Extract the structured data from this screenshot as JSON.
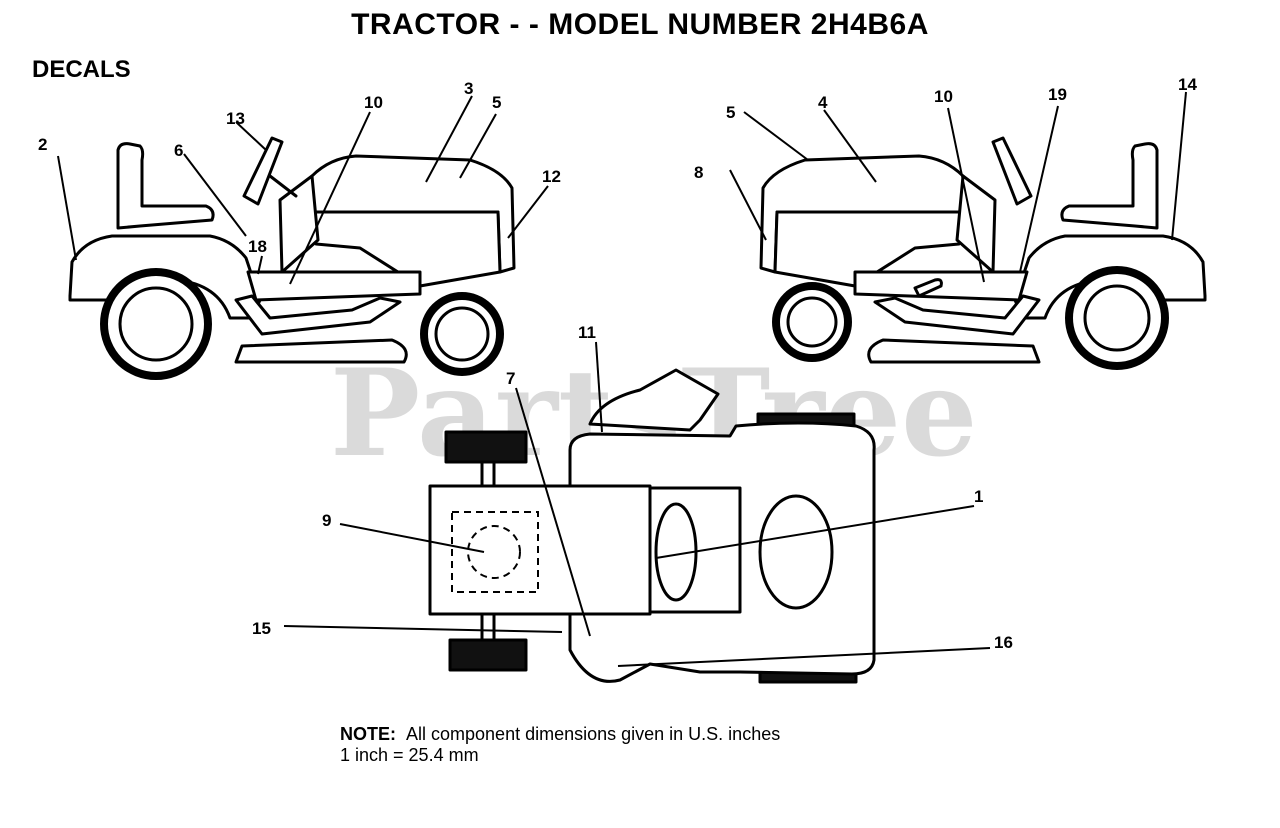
{
  "title": "TRACTOR - - MODEL NUMBER 2H4B6A",
  "section": "DECALS",
  "watermark": "PartsTree",
  "note": {
    "label": "NOTE:",
    "line1": "All component dimensions given in U.S. inches",
    "line2": "1 inch = 25.4 mm"
  },
  "callouts": {
    "c1": "1",
    "c2": "2",
    "c3": "3",
    "c4": "4",
    "c5a": "5",
    "c5b": "5",
    "c6": "6",
    "c7": "7",
    "c8": "8",
    "c9": "9",
    "c10a": "10",
    "c10b": "10",
    "c11": "11",
    "c12": "12",
    "c13": "13",
    "c14": "14",
    "c15": "15",
    "c16": "16",
    "c18": "18",
    "c19": "19"
  }
}
